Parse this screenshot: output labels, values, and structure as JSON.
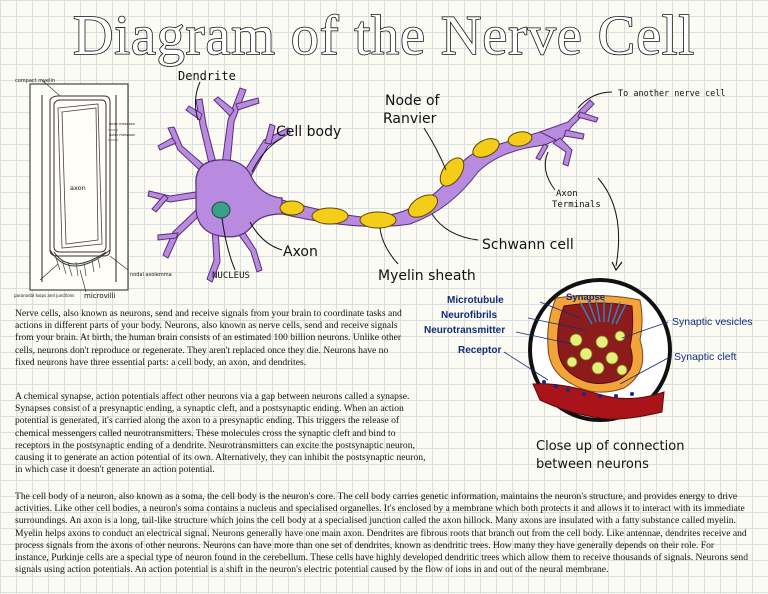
{
  "title": "Diagram of the Nerve Cell",
  "labels": {
    "dendrite": "Dendrite",
    "cell_body": "Cell body",
    "node_of_ranvier_1": "Node of",
    "node_of_ranvier_2": "Ranvier",
    "to_another_nerve_cell": "To another nerve cell",
    "axon_terminals_1": "Axon",
    "axon_terminals_2": "Terminals",
    "axon": "Axon",
    "nucleus": "NUCLEUS",
    "schwann_cell": "Schwann cell",
    "myelin_sheath": "Myelin sheath"
  },
  "inset_labels": {
    "compact_myelin": "compact myelin",
    "axon": "axon",
    "inner_mesaxon": "inner mesaxon",
    "outer_mesaxon": "outer mesaxon",
    "nodal_axolemma": "nodal axolemma",
    "paranodal_loops": "paranodal loops and junctions",
    "microvilli": "microvilli"
  },
  "synapse": {
    "title": "Synapse",
    "microtubule": "Microtubule",
    "neurofibrils": "Neurofibrils",
    "neurotransmitter": "Neurotransmitter",
    "receptor": "Receptor",
    "synaptic_vesicles": "Synaptic vesicles",
    "synaptic_cleft": "Synaptic cleft",
    "caption_1": "Close up of connection",
    "caption_2": "between neurons"
  },
  "paragraphs": [
    "Nerve cells, also known as neurons, send and receive signals from your brain to coordinate tasks and actions in different parts of your body. Neurons, also known as nerve cells, send and receive signals from your brain. At birth, the human brain consists of an estimated 100 billion neurons. Unlike other cells, neurons don't reproduce or regenerate. They aren't replaced once they die. Neurons have no fixed neurons have three essential parts: a cell body, an axon, and dendrites.",
    "A chemical synapse, action potentials affect other neurons via a gap between neurons called a synapse. Synapses consist of a presynaptic ending, a synaptic cleft, and a postsynaptic ending. When an action potential is generated, it's carried along the axon to a presynaptic ending. This triggers the release of chemical messengers called neurotransmitters. These molecules cross the synaptic cleft and bind to receptors in the postsynaptic ending of a dendrite. Neurotransmitters can excite the postsynaptic neuron, causing it to generate an action potential of its own. Alternatively, they can inhibit the postsynaptic neuron, in which case it doesn't generate an action potential.",
    "The cell body of a neuron, also known as a soma, the cell body is the neuron's core. The cell body carries genetic information, maintains the neuron's structure, and provides energy to drive activities. Like other cell bodies, a neuron's soma contains a nucleus and specialised organelles. It's enclosed by a membrane which both protects it and allows it to interact with its immediate surroundings. An axon is a long, tail-like structure which joins the cell body at a specialised junction called the axon hillock. Many axons are insulated with a fatty substance called myelin. Myelin helps axons to conduct an electrical signal. Neurons generally have one main axon. Dendrites are fibrous roots that branch out from the cell body. Like antennae, dendrites receive and process signals from the axons of other neurons. Neurons can have more than one set of dendrites, known as dendritic trees. How many they have generally depends on their role. For instance, Purkinje cells are a special type of neuron found in the cerebellum. These cells have highly developed dendritic trees which allow them to receive thousands of signals. Neurons send signals using action potentials. An action potential is a shift in the neuron's electric potential caused by the flow of ions in and out of the neural membrane."
  ]
}
